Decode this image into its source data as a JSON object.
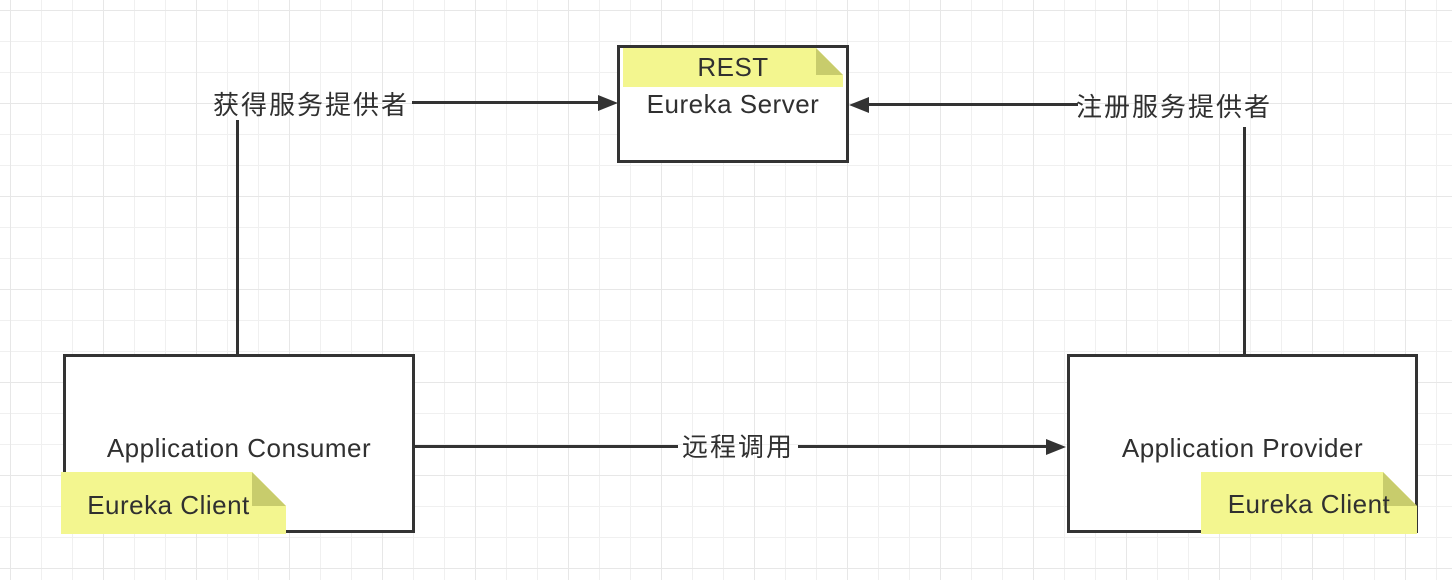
{
  "colors": {
    "canvas_bg": "#ffffff",
    "grid_minor": "#f0f0f0",
    "grid_major": "#e7e7e7",
    "line_color": "#333333",
    "text_color": "#303030",
    "note_fill": "#f3f68f",
    "note_fold": "#c8cc6c"
  },
  "nodes": {
    "server": {
      "title": "Eureka Server",
      "note": "REST"
    },
    "consumer": {
      "title": "Application Consumer",
      "note": "Eureka Client"
    },
    "provider": {
      "title": "Application Provider",
      "note": "Eureka Client"
    }
  },
  "edges": {
    "fetch": {
      "label": "获得服务提供者"
    },
    "register": {
      "label": "注册服务提供者"
    },
    "invoke": {
      "label": "远程调用"
    }
  }
}
